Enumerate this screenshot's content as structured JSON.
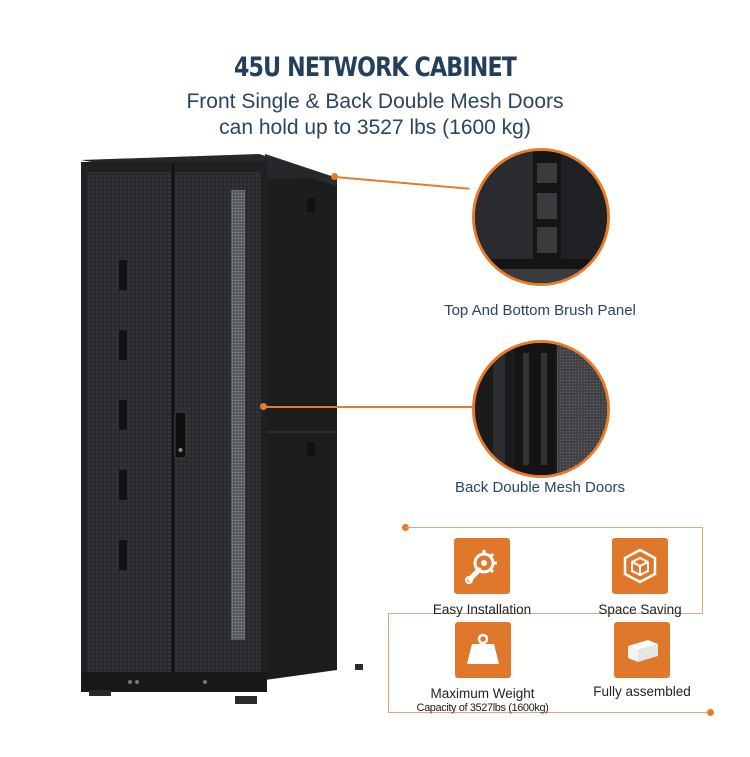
{
  "header": {
    "title": "45U NETWORK CABINET",
    "subtitle_line1": "Front Single & Back Double Mesh Doors",
    "subtitle_line2": "can hold up to 3527 lbs (1600 kg)"
  },
  "callouts": [
    {
      "label": "Top And Bottom Brush Panel"
    },
    {
      "label": "Back Double Mesh Doors"
    }
  ],
  "features": [
    {
      "label": "Easy Installation",
      "icon": "wrench-gear-icon"
    },
    {
      "label": "Space Saving",
      "icon": "cube-icon"
    },
    {
      "label": "Maximum Weight",
      "sublabel": "Capacity of 3527lbs (1600kg)",
      "icon": "weight-icon"
    },
    {
      "label": "Fully assembled",
      "icon": "box-icon"
    }
  ],
  "colors": {
    "accent": "#e87a2a",
    "title": "#233f5c",
    "cabinet": "#1f2022"
  }
}
